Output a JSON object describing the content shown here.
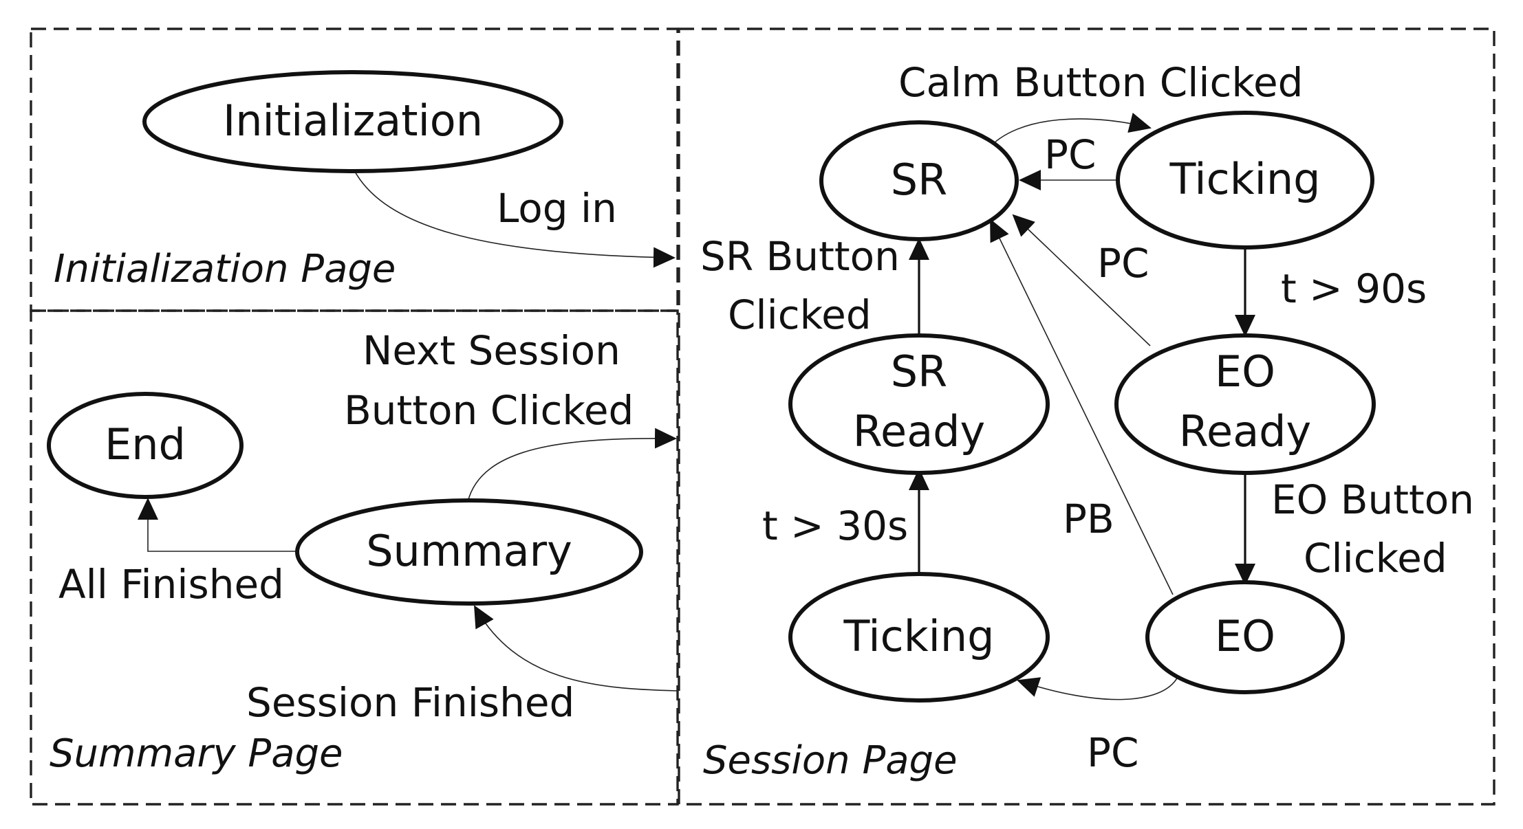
{
  "states": {
    "initialization": "Initialization",
    "end": "End",
    "summary": "Summary",
    "sr": "SR",
    "ticking_top": "Ticking",
    "sr_ready_line1": "SR",
    "sr_ready_line2": "Ready",
    "eo_ready_line1": "EO",
    "eo_ready_line2": "Ready",
    "ticking_bottom": "Ticking",
    "eo": "EO"
  },
  "transitions": {
    "log_in": "Log in",
    "next_session_line1": "Next Session",
    "next_session_line2": "Button Clicked",
    "all_finished": "All Finished",
    "session_finished": "Session Finished",
    "calm_button_clicked": "Calm Button Clicked",
    "pc_ticking_to_sr": "PC",
    "pc_eo_ready_to_sr": "PC",
    "pb_eo_to_sr": "PB",
    "pc_eo_to_ticking": "PC",
    "t_gt_90s": "t > 90s",
    "t_gt_30s": "t > 30s",
    "sr_button_line1": "SR Button",
    "sr_button_line2": "Clicked",
    "eo_button_line1": "EO Button",
    "eo_button_line2": "Clicked"
  },
  "pages": {
    "initialization": "Initialization Page",
    "summary": "Summary Page",
    "session": "Session Page"
  }
}
